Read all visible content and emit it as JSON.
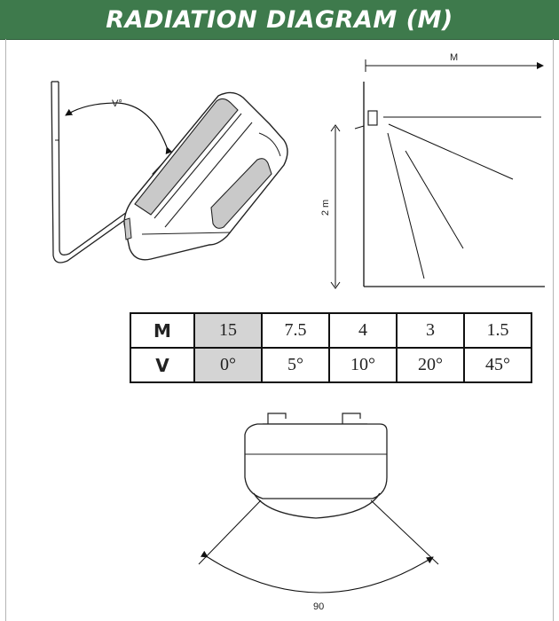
{
  "header": {
    "title": "RADIATION DIAGRAM (M)"
  },
  "diagram_labels": {
    "angle_label": "V°",
    "distance_label": "M",
    "height_label": "2 m",
    "bottom_angle_label": "90"
  },
  "table": {
    "rows": [
      {
        "header": "M",
        "cells": [
          "15",
          "7.5",
          "4",
          "3",
          "1.5"
        ]
      },
      {
        "header": "V",
        "cells": [
          "0°",
          "5°",
          "10°",
          "20°",
          "45°"
        ]
      }
    ],
    "highlighted_column": 0
  },
  "colors": {
    "header_background": "#3e7a4c",
    "highlight_cell": "#d4d4d4"
  }
}
